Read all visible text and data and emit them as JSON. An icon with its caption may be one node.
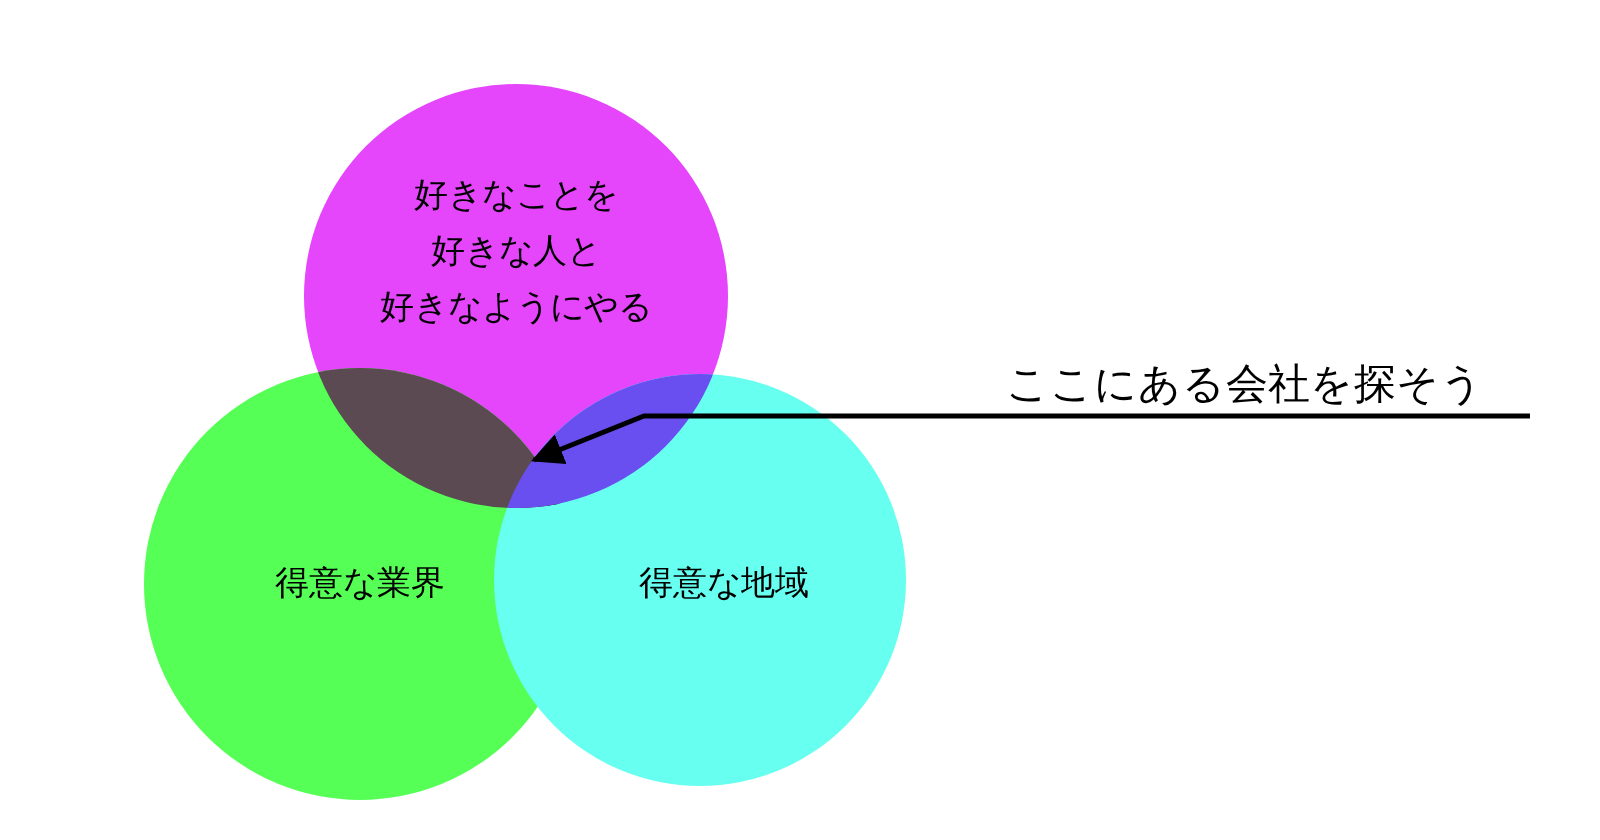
{
  "diagram": {
    "nodes": [
      {
        "text": [
          "好きなことを好きな人と好きなようにやる"
        ]
      },
      {
        "text": [
          "得意な業界"
        ]
      },
      {
        "text": [
          "得意な地域"
        ]
      },
      {
        "text": [
          "ここにある会社を探そう"
        ]
      },
      {
        "text": [],
        "shape": "picture"
      }
    ],
    "edges": [
      {
        "from": 3,
        "to": 4,
        "arrow": "to"
      }
    ]
  }
}
